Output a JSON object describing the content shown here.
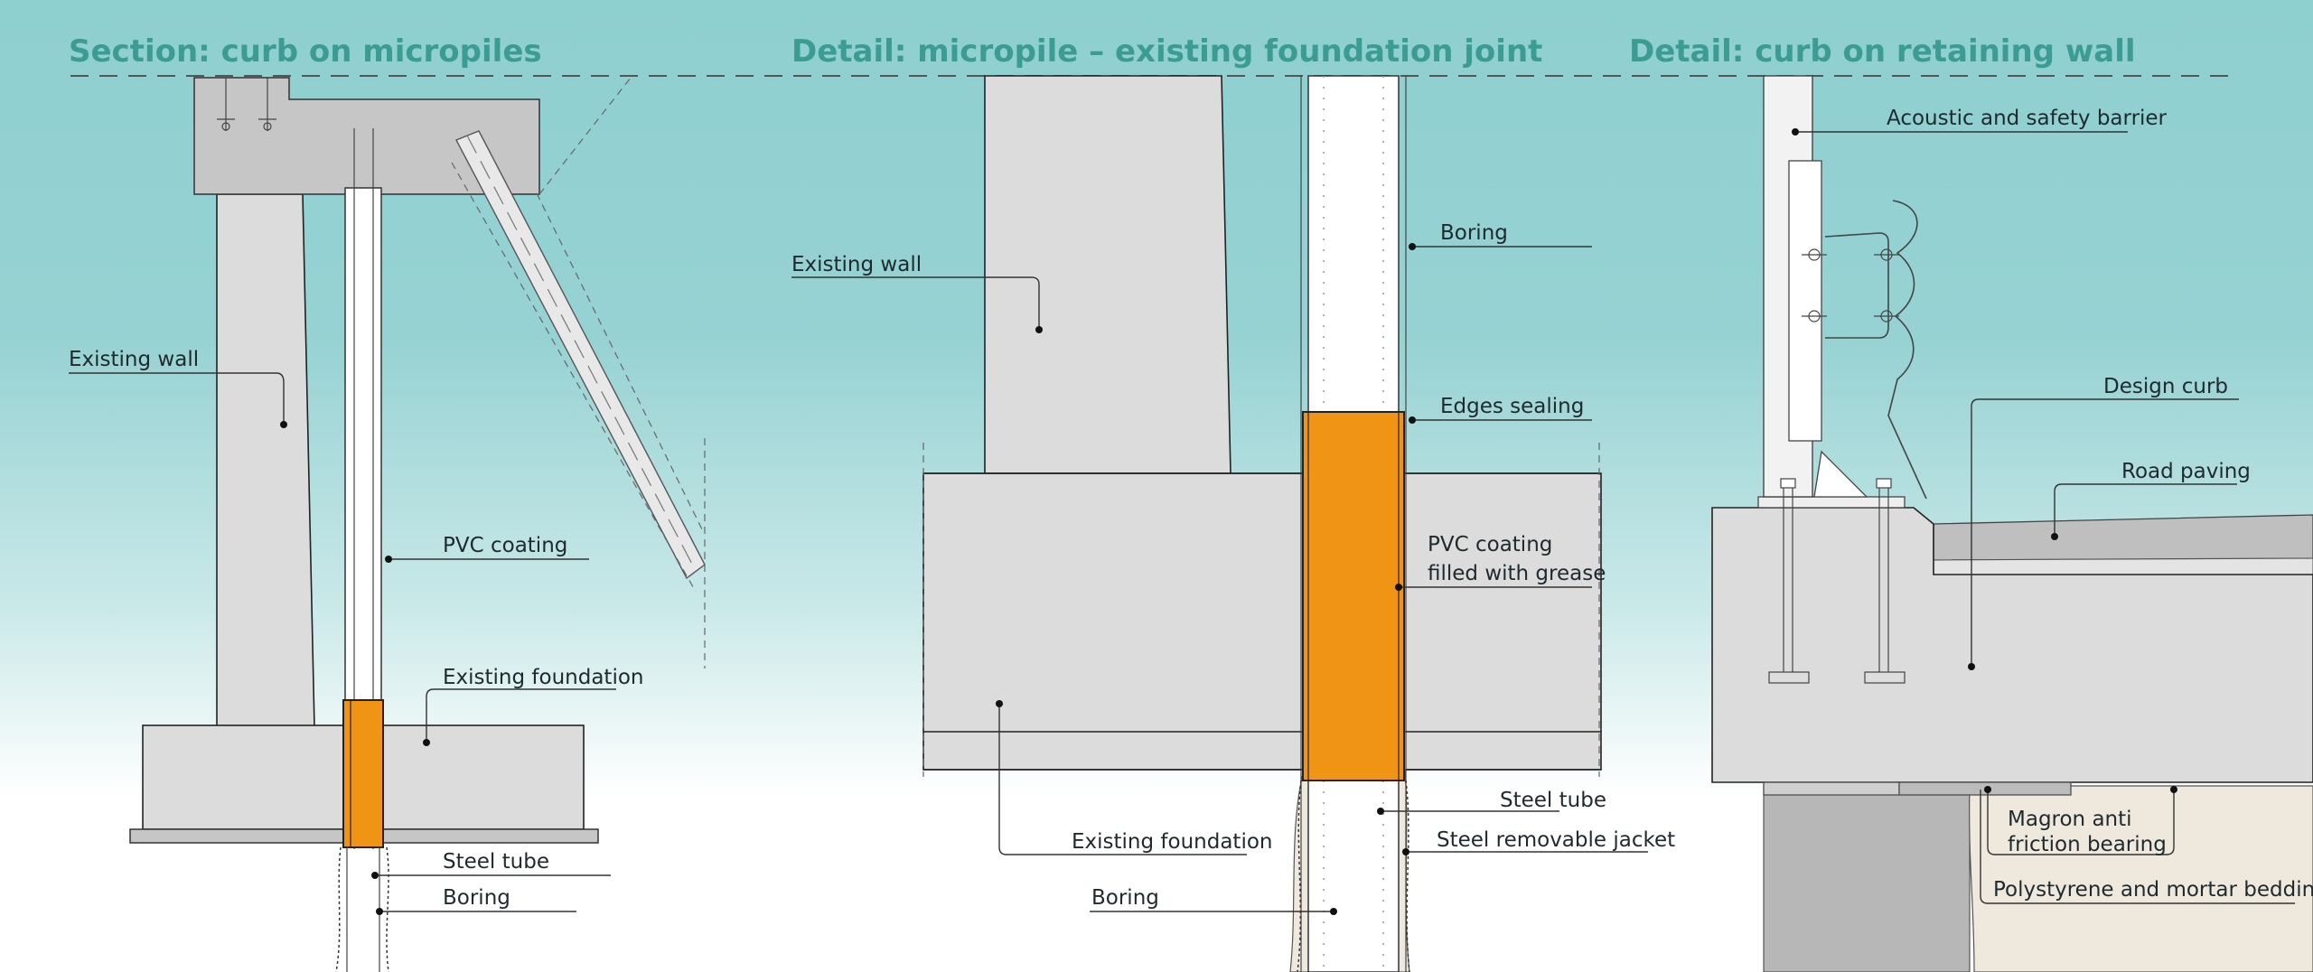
{
  "colors": {
    "background_top": "#8ecfd0",
    "background_bottom": "#ffffff",
    "title": "#3a9c93",
    "concrete": "#dcdcdc",
    "pvc_coating": "#ef9415",
    "bedding": "#efe9dd"
  },
  "section_curb_on_micropiles": {
    "title": "Section: curb on micropiles",
    "labels": {
      "existing_wall": "Existing wall",
      "pvc_coating": "PVC coating",
      "existing_foundation": "Existing foundation",
      "steel_tube": "Steel tube",
      "boring": "Boring"
    }
  },
  "detail_joint": {
    "title": "Detail: micropile – existing foundation joint",
    "labels": {
      "existing_wall": "Existing wall",
      "boring_top": "Boring",
      "edges_sealing": "Edges sealing",
      "pvc_coating_line1": "PVC coating",
      "pvc_coating_line2": "filled with grease",
      "existing_foundation": "Existing foundation",
      "steel_tube": "Steel tube",
      "steel_removable_jacket": "Steel removable jacket",
      "boring_bottom": "Boring"
    }
  },
  "detail_retaining_wall": {
    "title": "Detail: curb on retaining wall",
    "labels": {
      "acoustic_barrier": "Acoustic and safety barrier",
      "design_curb": "Design curb",
      "road_paving": "Road paving",
      "magron_line1": "Magron anti",
      "magron_line2": "friction bearing",
      "polystyrene": "Polystyrene and mortar bedding"
    }
  }
}
